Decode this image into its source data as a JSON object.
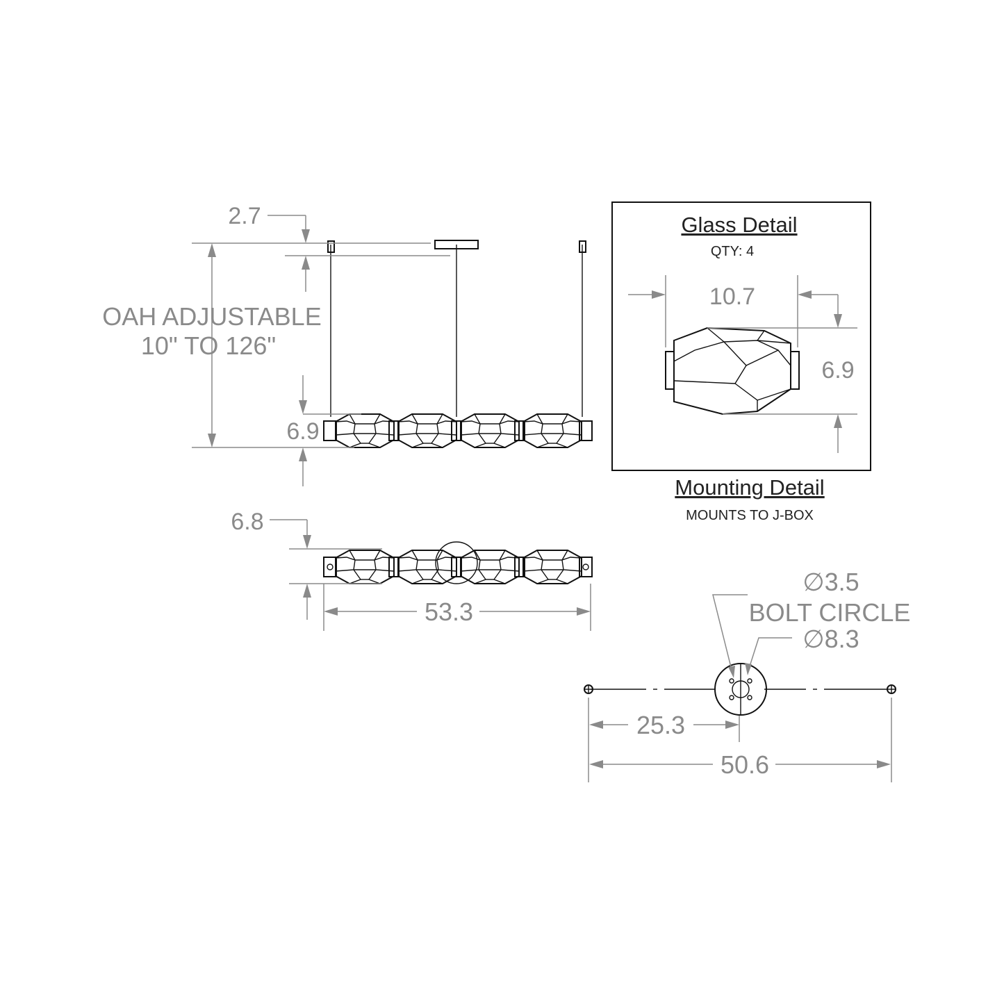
{
  "elevation": {
    "canopy_height": "2.7",
    "oah_line1": "OAH ADJUSTABLE",
    "oah_line2": "10\" TO 126\"",
    "glass_height": "6.9"
  },
  "plan": {
    "depth": "6.8",
    "length": "53.3"
  },
  "glass_detail": {
    "title": "Glass Detail",
    "qty": "QTY: 4",
    "width": "10.7",
    "height": "6.9"
  },
  "mounting_detail": {
    "title": "Mounting Detail",
    "subtitle": "MOUNTS TO J-BOX",
    "canopy_diameter": "3.5",
    "bolt_circle_label": "BOLT CIRCLE",
    "bolt_circle_diameter": "8.3",
    "half_span": "25.3",
    "full_span": "50.6",
    "diameter_symbol": "∅"
  }
}
